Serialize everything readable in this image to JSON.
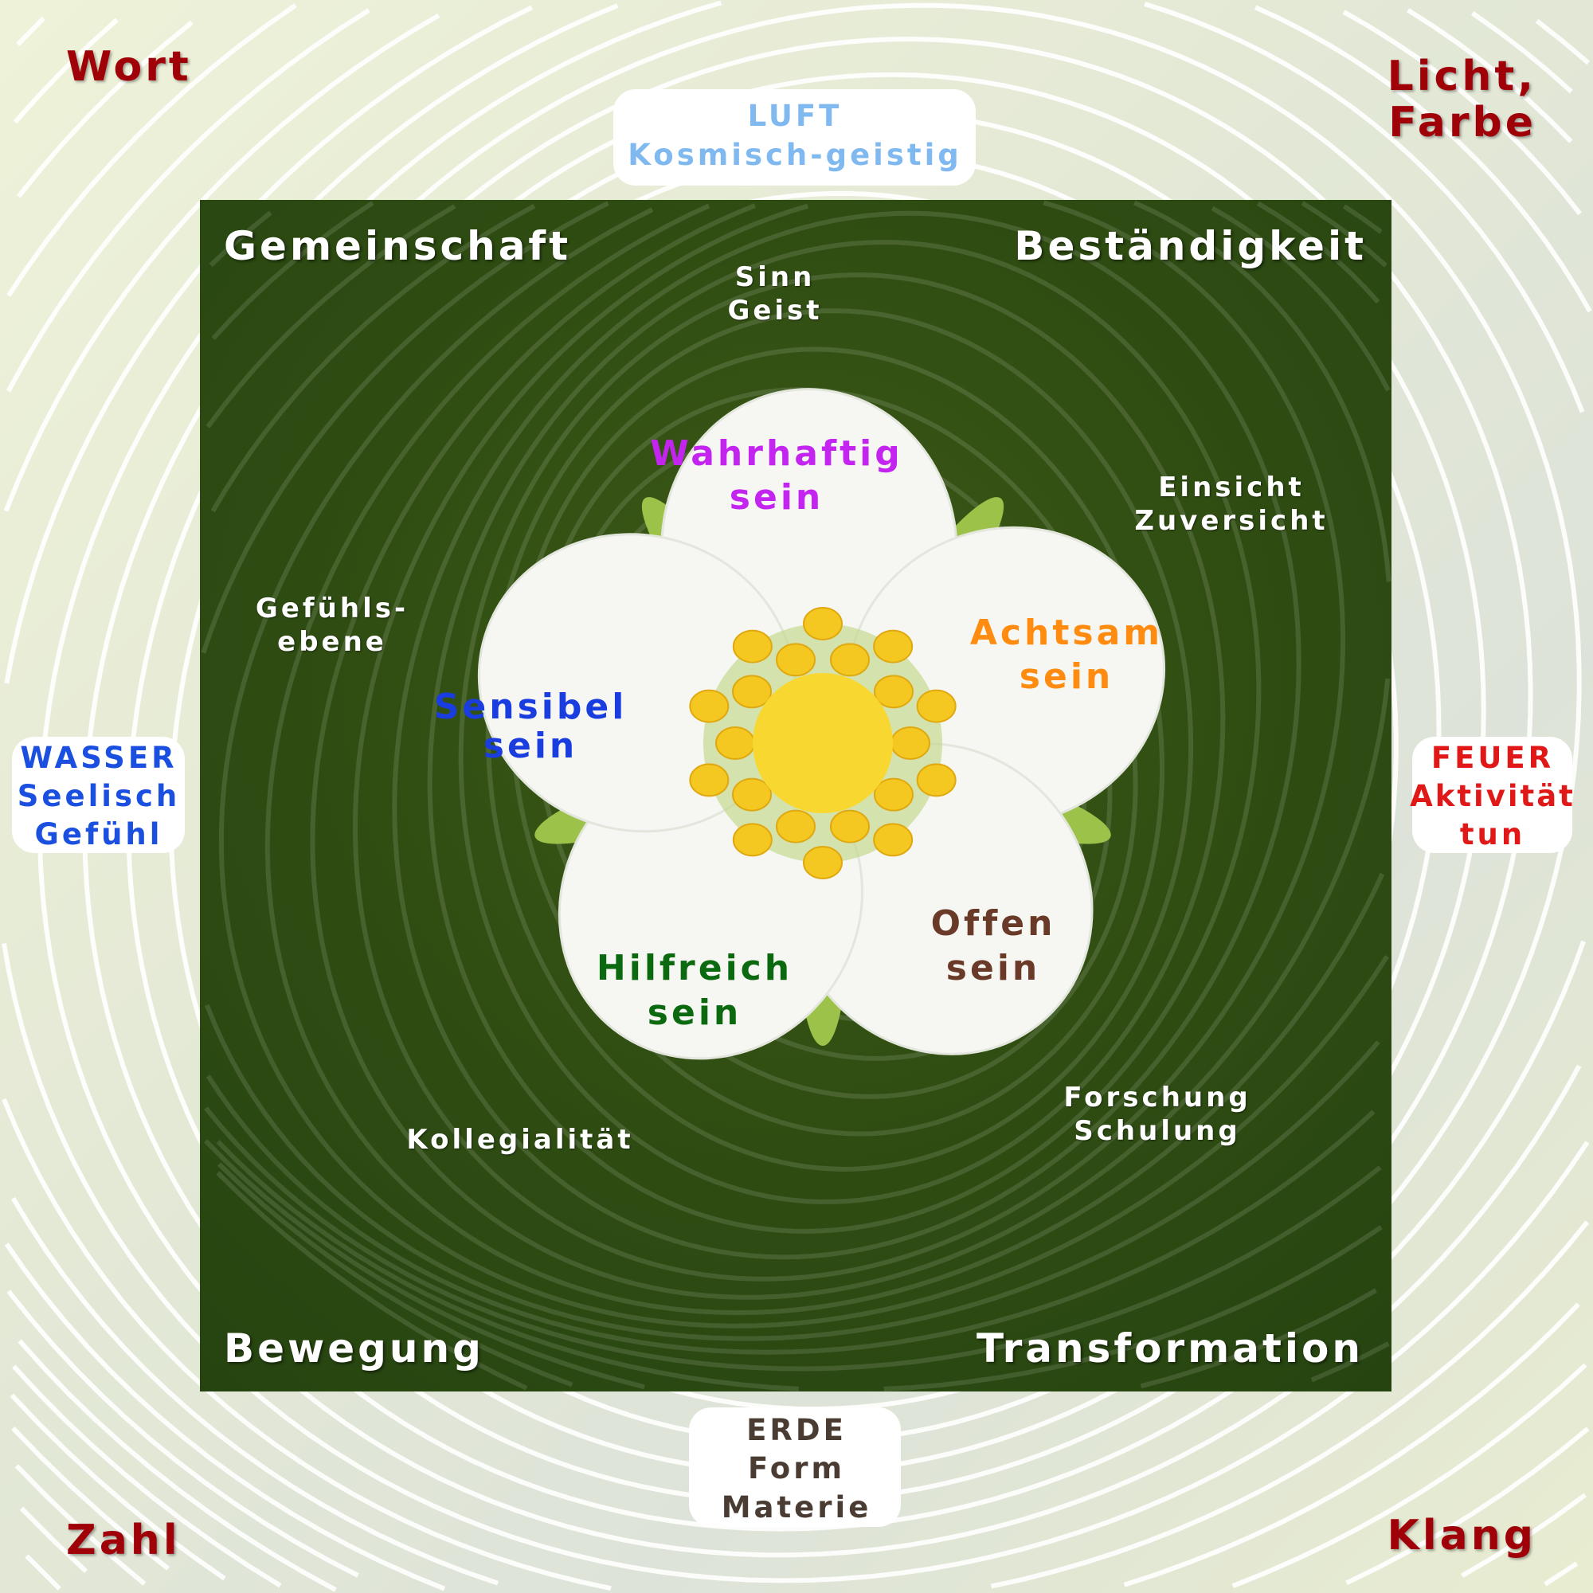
{
  "corners": {
    "top_left": "Wort",
    "top_right": [
      "Licht,",
      "Farbe"
    ],
    "bottom_left": "Zahl",
    "bottom_right": "Klang"
  },
  "elements": {
    "air": {
      "lines": [
        "LUFT",
        "Kosmisch-geistig"
      ],
      "color": "#80b8f0"
    },
    "water": {
      "lines": [
        "WASSER",
        "Seelisch",
        "Gefühl"
      ],
      "color": "#1a4fe0"
    },
    "fire": {
      "lines": [
        "FEUER",
        "Aktivität",
        "tun"
      ],
      "color": "#e01818"
    },
    "earth": {
      "lines": [
        "ERDE",
        "Form",
        "Materie"
      ],
      "color": "#4a3c32"
    }
  },
  "quadrants": {
    "top_left": "Gemeinschaft",
    "top_right": "Beständigkeit",
    "bottom_left": "Bewegung",
    "bottom_right": "Transformation"
  },
  "aspects": {
    "top": [
      "Sinn",
      "Geist"
    ],
    "upper_right": [
      "Einsicht",
      "Zuversicht"
    ],
    "left": [
      "Gefühls-",
      "ebene"
    ],
    "lower_left": "Kollegialität",
    "lower_right": [
      "Forschung",
      "Schulung"
    ]
  },
  "petals": {
    "top": {
      "lines": [
        "Wahrhaftig",
        "sein"
      ],
      "color": "#c424f0"
    },
    "right": {
      "lines": [
        "Achtsam",
        "sein"
      ],
      "color": "#ff8c10"
    },
    "left": {
      "lines": [
        "Sensibel",
        "sein"
      ],
      "color": "#1a3de0"
    },
    "bottom_left": {
      "lines": [
        "Hilfreich",
        "sein"
      ],
      "color": "#0b6a10"
    },
    "bottom_right": {
      "lines": [
        "Offen",
        "sein"
      ],
      "color": "#6a3a28"
    }
  }
}
